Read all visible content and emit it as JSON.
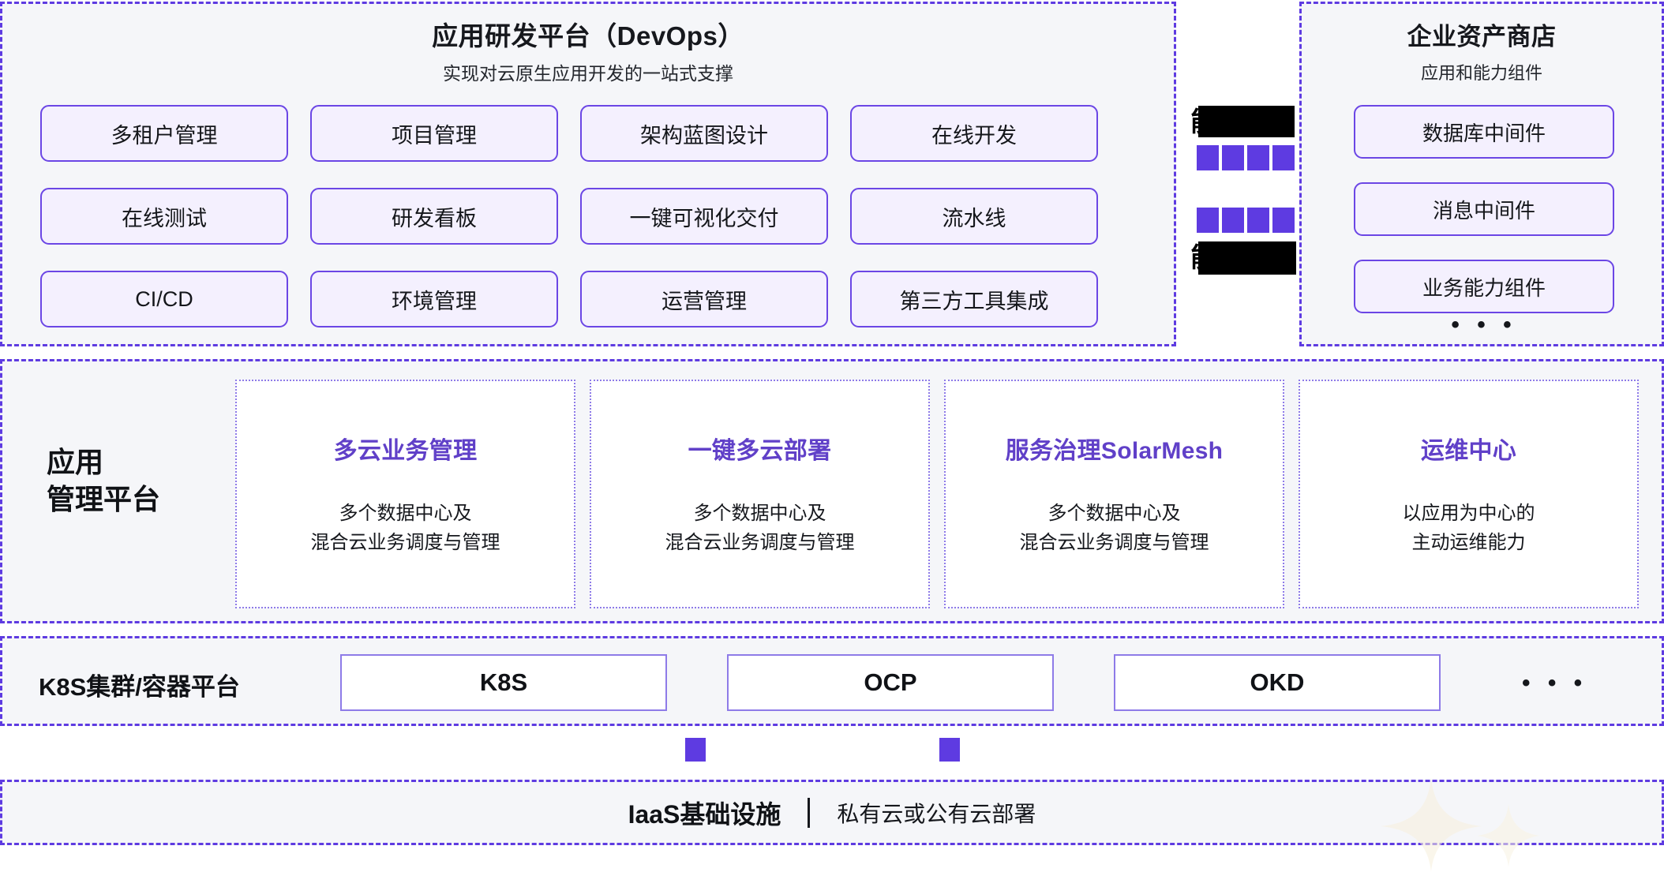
{
  "theme": {
    "accent_purple": "#5E3BE1",
    "heading_purple": "#6040C8",
    "chip_bg": "#F4F0FE",
    "chip_border": "#6B46E5",
    "section_bg": "#F5F6F9",
    "page_bg": "#FFFFFF",
    "text_dark": "#101216"
  },
  "devops": {
    "title": "应用研发平台（DevOps）",
    "subtitle": "实现对云原生应用开发的一站式支撑",
    "items": [
      "多租户管理",
      "项目管理",
      "架构蓝图设计",
      "在线开发",
      "在线测试",
      "研发看板",
      "一键可视化交付",
      "流水线",
      "CI/CD",
      "环境管理",
      "运营管理",
      "第三方工具集成"
    ]
  },
  "middle_column": {
    "note": "redacted-black-bars",
    "redacted_labels": [
      "能",
      "能"
    ],
    "square_rows": 2,
    "squares_per_row": 4
  },
  "store": {
    "title": "企业资产商店",
    "subtitle": "应用和能力组件",
    "items": [
      "数据库中间件",
      "消息中间件",
      "业务能力组件"
    ],
    "ellipsis": "• • •"
  },
  "mgmt": {
    "label": "应用\n管理平台",
    "cards": [
      {
        "title": "多云业务管理",
        "desc": "多个数据中心及\n混合云业务调度与管理"
      },
      {
        "title": "一键多云部署",
        "desc": "多个数据中心及\n混合云业务调度与管理"
      },
      {
        "title": "服务治理SolarMesh",
        "desc": "多个数据中心及\n混合云业务调度与管理"
      },
      {
        "title": "运维中心",
        "desc": "以应用为中心的\n主动运维能力"
      }
    ]
  },
  "k8s": {
    "label": "K8S集群/容器平台",
    "items": [
      "K8S",
      "OCP",
      "OKD"
    ],
    "ellipsis": "• • •"
  },
  "iaas": {
    "title": "IaaS基础设施",
    "divider": "|",
    "subtitle": "私有云或公有云部署"
  }
}
